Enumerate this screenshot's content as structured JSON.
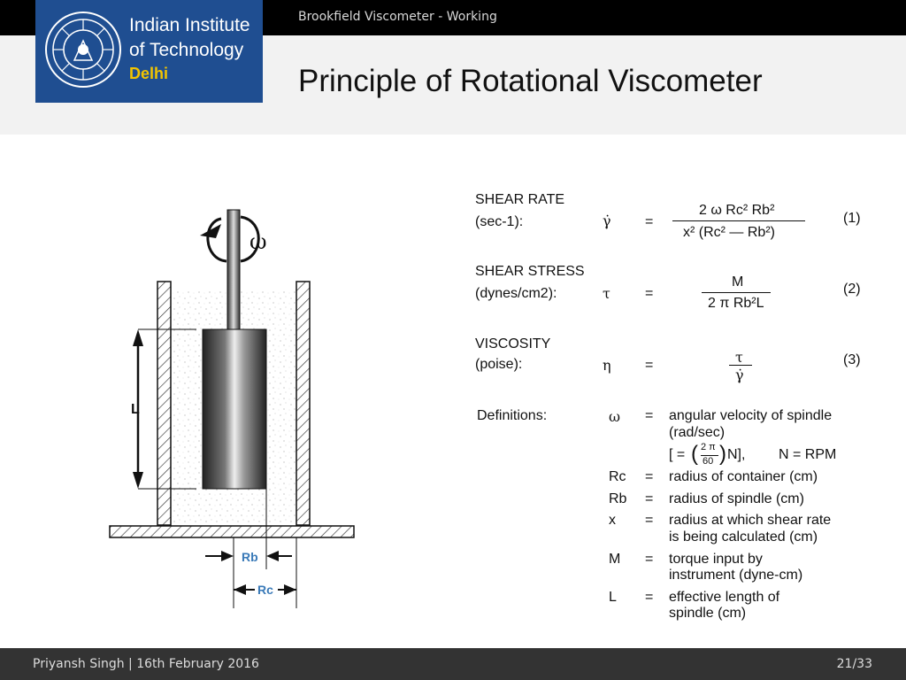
{
  "header": {
    "section": "Brookfield Viscometer -  Working",
    "title": "Principle of Rotational Viscometer"
  },
  "logo": {
    "line1": "Indian Institute",
    "line2": "of Technology",
    "line3": "Delhi",
    "colors": {
      "background": "#1f4e91",
      "text": "#ffffff",
      "accent": "#f2c400"
    }
  },
  "diagram": {
    "omega": "ω",
    "length": "L",
    "rb": "Rb",
    "rc": "Rc"
  },
  "equations": {
    "shear_rate": {
      "label1": "SHEAR RATE",
      "label2": "(sec-1):",
      "sym": "γ̇",
      "eq": "=",
      "num": "2 ω Rc² Rb²",
      "den": "x² (Rc² — Rb²)",
      "number": "(1)"
    },
    "shear_stress": {
      "label1": "SHEAR STRESS",
      "label2": "(dynes/cm2):",
      "sym": "τ",
      "eq": "=",
      "num": "M",
      "den": "2 π Rb²L",
      "number": "(2)"
    },
    "viscosity": {
      "label1": "VISCOSITY",
      "label2": "(poise):",
      "sym": "η",
      "eq": "=",
      "num": "τ",
      "den": "γ̇",
      "number": "(3)"
    }
  },
  "definitions": {
    "heading": "Definitions:",
    "items": [
      {
        "sym": "ω",
        "eq": "=",
        "text1": "angular velocity of spindle",
        "text2": "(rad/sec)"
      },
      {
        "sym": "Rc",
        "eq": "=",
        "text1": "radius of container (cm)"
      },
      {
        "sym": "Rb",
        "eq": "=",
        "text1": "radius of spindle (cm)"
      },
      {
        "sym": "x",
        "eq": "=",
        "text1": "radius at which shear rate",
        "text2": "is being calculated (cm)"
      },
      {
        "sym": "M",
        "eq": "=",
        "text1": "torque input by",
        "text2": "instrument (dyne-cm)"
      },
      {
        "sym": "L",
        "eq": "=",
        "text1": "effective length of",
        "text2": "spindle (cm)"
      }
    ],
    "omega_formula": {
      "open": "[ =",
      "frac_num": "2 π",
      "frac_den": "60",
      "close": "N],",
      "rpm": "N  =  RPM"
    }
  },
  "footer": {
    "author_date": "Priyansh Singh | 16th February 2016",
    "page": "21/33"
  }
}
